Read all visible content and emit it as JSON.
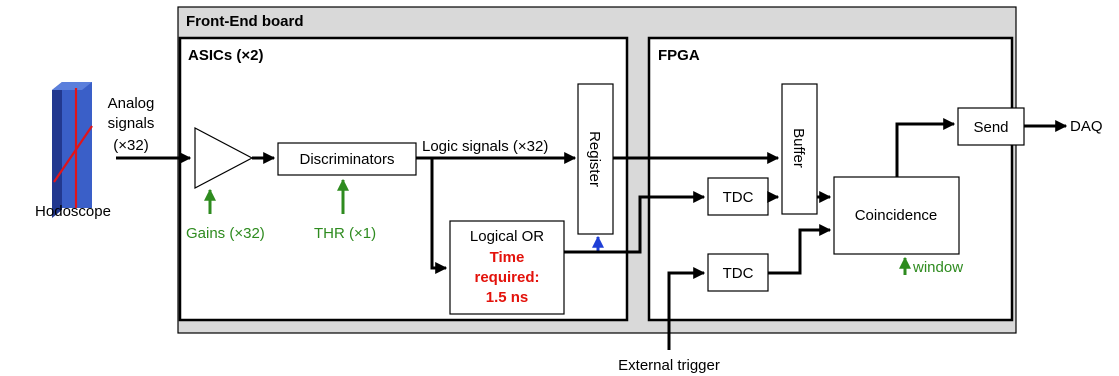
{
  "colors": {
    "board_fill": "#d9d9d9",
    "green_arrow": "#2e8b1f",
    "red_text": "#e3120b",
    "blue_arrow": "#1f3fd6",
    "hodoscope": "#3a5fc8"
  },
  "board": {
    "title": "Front-End board"
  },
  "asics": {
    "title": "ASICs (×2)"
  },
  "fpga": {
    "title": "FPGA"
  },
  "hodoscope": {
    "label": "Hodoscope",
    "icon": "hodoscope-icon"
  },
  "input": {
    "line1": "Analog",
    "line2": "signals",
    "line3": "(×32)"
  },
  "amplifier": {
    "icon": "amplifier-triangle-icon"
  },
  "discriminators": {
    "label": "Discriminators"
  },
  "gains": {
    "label": "Gains (×32)"
  },
  "thr": {
    "label": "THR (×1)"
  },
  "logic_signals": {
    "label": "Logic signals (×32)"
  },
  "logical_or": {
    "label": "Logical OR",
    "time_line1": "Time",
    "time_line2": "required:",
    "time_line3": "1.5 ns"
  },
  "register": {
    "label": "Register"
  },
  "buffer": {
    "label": "Buffer"
  },
  "tdc_top": {
    "label": "TDC"
  },
  "tdc_bottom": {
    "label": "TDC"
  },
  "coincidence": {
    "label": "Coincidence"
  },
  "window": {
    "label": "window"
  },
  "send": {
    "label": "Send"
  },
  "daq": {
    "label": "DAQ"
  },
  "external_trigger": {
    "label": "External trigger"
  }
}
